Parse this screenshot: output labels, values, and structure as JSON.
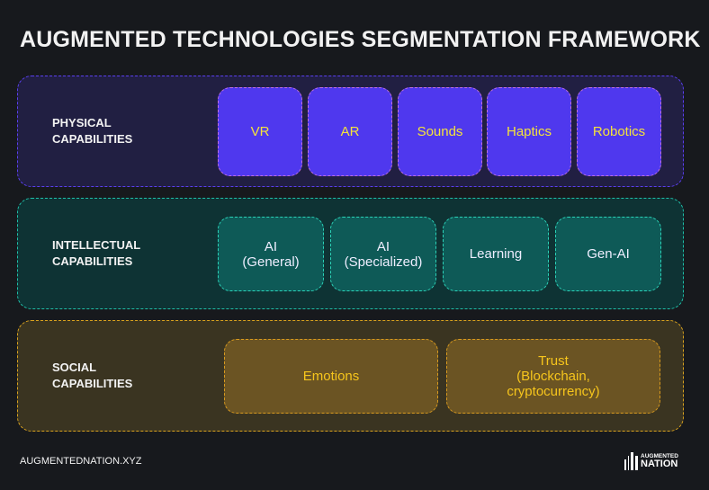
{
  "title": "AUGMENTED TECHNOLOGIES SEGMENTATION FRAMEWORK",
  "bands": [
    {
      "label": "PHYSICAL\nCAPABILITIES",
      "items": [
        "VR",
        "AR",
        "Sounds",
        "Haptics",
        "Robotics"
      ]
    },
    {
      "label": "INTELLECTUAL\nCAPABILITIES",
      "items": [
        "AI\n(General)",
        "AI\n(Specialized)",
        "Learning",
        "Gen-AI"
      ]
    },
    {
      "label": "SOCIAL\nCAPABILITIES",
      "items": [
        "Emotions",
        "Trust\n(Blockchain,\ncryptocurrency)"
      ]
    }
  ],
  "footer": "AUGMENTEDNATION.XYZ",
  "logo": {
    "line1": "AUGMENTED",
    "line2": "NATION"
  }
}
